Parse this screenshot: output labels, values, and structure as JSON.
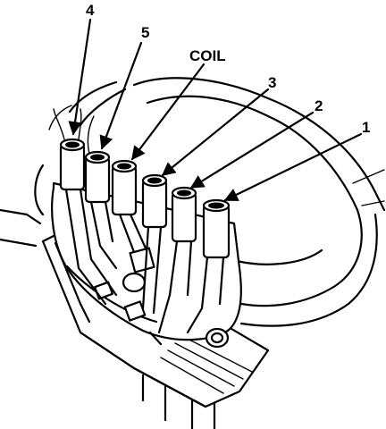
{
  "callouts": [
    {
      "id": "4",
      "text": "4"
    },
    {
      "id": "5",
      "text": "5"
    },
    {
      "id": "coil",
      "text": "COIL"
    },
    {
      "id": "3",
      "text": "3"
    },
    {
      "id": "2",
      "text": "2"
    },
    {
      "id": "1",
      "text": "1"
    }
  ],
  "colors": {
    "ink": "#000000",
    "paper": "#ffffff"
  }
}
